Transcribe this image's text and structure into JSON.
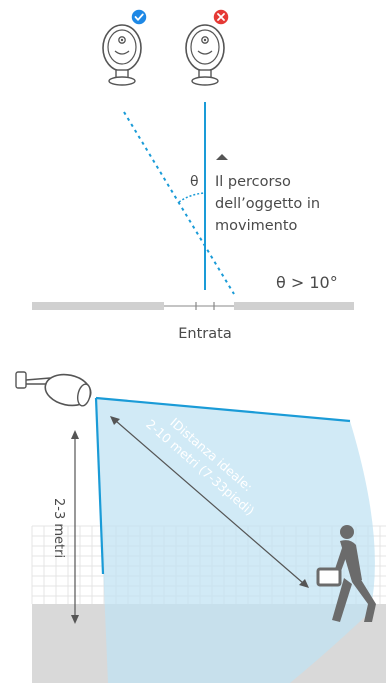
{
  "top_diagram": {
    "theta_symbol": "θ",
    "path_label_lines": [
      "Il percorso",
      "dell’oggetto in",
      "movimento"
    ],
    "angle_condition": "θ > 10°",
    "entrance_label": "Entrata",
    "correct_badge": "correct-check-icon",
    "wrong_badge": "wrong-x-icon"
  },
  "bottom_diagram": {
    "height_label": "2-3 metri",
    "distance_label_lines": [
      "IDistanza ideale:",
      "2-10 metri (7-33piedi)"
    ]
  },
  "colors": {
    "accent_blue": "#1a9bd7",
    "check_blue": "#1e88e5",
    "error_red": "#e53935",
    "coverage_blue": "#bfe2f3",
    "ground_gray": "#d9d9d9",
    "outline_gray": "#555555"
  }
}
